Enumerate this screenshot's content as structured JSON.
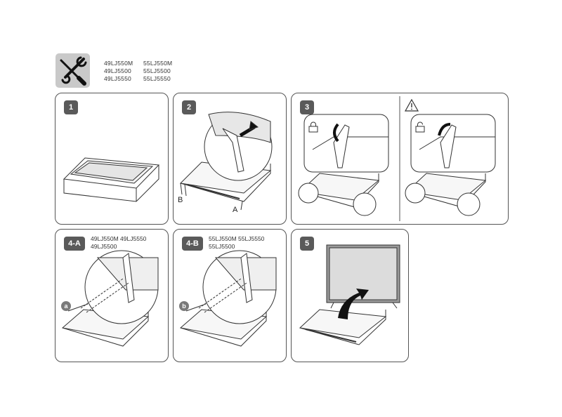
{
  "header": {
    "tools_icon": "screwdriver-wrench-icon",
    "models_col1": [
      "49LJ550M",
      "49LJ5500",
      "49LJ5550"
    ],
    "models_col2": [
      "55LJ550M",
      "55LJ5500",
      "55LJ5550"
    ]
  },
  "steps": {
    "s1": {
      "label": "1"
    },
    "s2": {
      "label": "2",
      "callout_b": "B",
      "callout_a": "A"
    },
    "s3": {
      "label": "3",
      "warning_icon": "warning-triangle-icon",
      "lock_icon": "lock-icon",
      "unlock_icon": "unlock-icon"
    },
    "s4a": {
      "label": "4-A",
      "models": [
        "49LJ550M  49LJ5550",
        "49LJ5500"
      ],
      "marker": "a"
    },
    "s4b": {
      "label": "4-B",
      "models": [
        "55LJ550M  55LJ5550",
        "55LJ5500"
      ],
      "marker": "b"
    },
    "s5": {
      "label": "5"
    }
  }
}
